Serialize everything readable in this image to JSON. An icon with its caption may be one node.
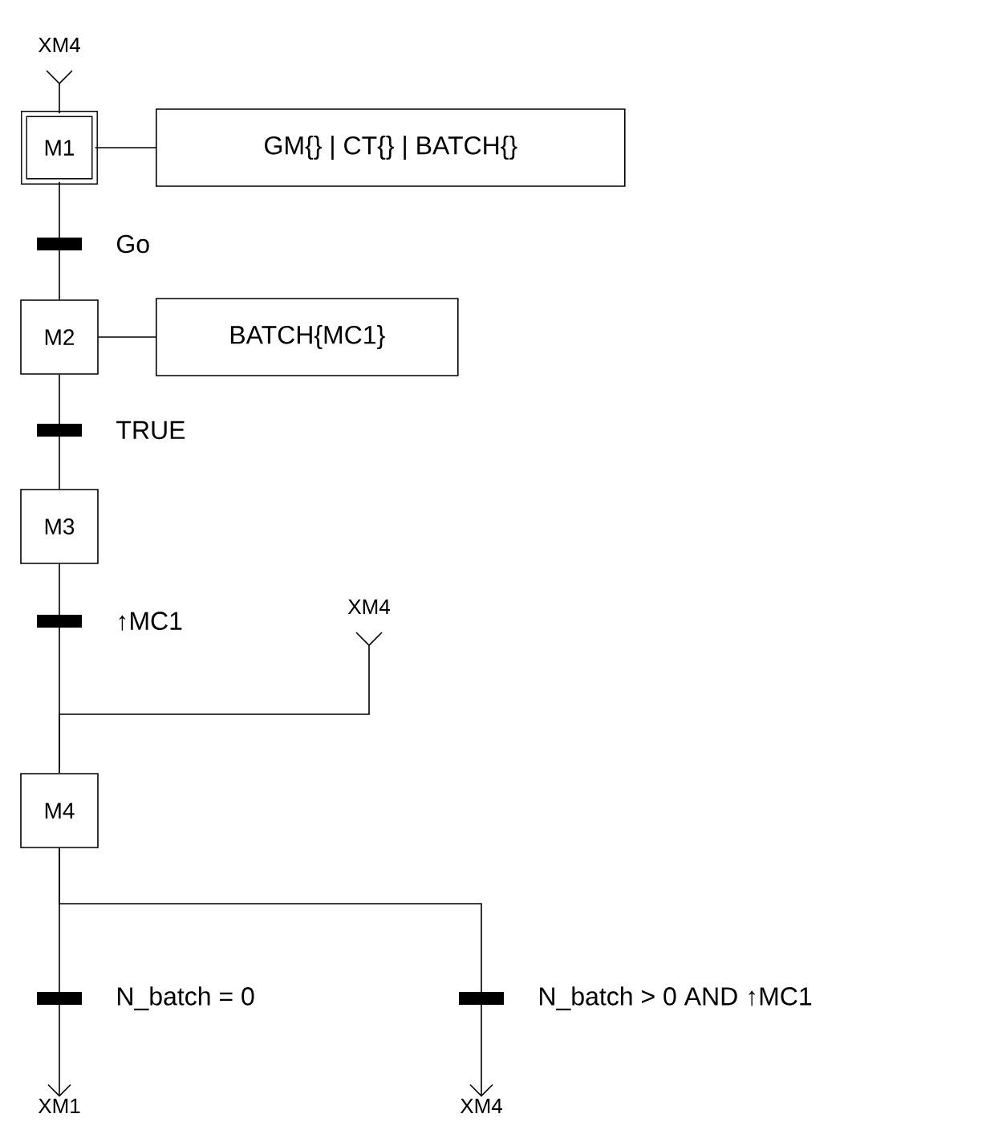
{
  "diagram": {
    "nodes": [
      {
        "text": [
          "XM4"
        ]
      },
      {
        "text": [
          "M1"
        ]
      },
      {
        "text": [
          "GM{}  | CT{} | BATCH{}"
        ]
      },
      {
        "text": [
          "M2"
        ]
      },
      {
        "text": [
          "BATCH{MC1}"
        ]
      },
      {
        "text": [
          "M3"
        ]
      },
      {
        "text": [
          "XM4"
        ]
      },
      {
        "text": [
          "M4"
        ]
      },
      {
        "text": [
          "XM1"
        ]
      },
      {
        "text": [
          "XM4"
        ]
      }
    ],
    "edges": [
      {
        "from": 0,
        "to": 1,
        "arrow": "other"
      },
      {
        "from": 1,
        "to": 2,
        "arrow": "none"
      },
      {
        "from": 1,
        "to": 3,
        "arrow": "none",
        "label": "Go"
      },
      {
        "from": 3,
        "to": 4,
        "arrow": "none"
      },
      {
        "from": 3,
        "to": 5,
        "arrow": "none",
        "label": "TRUE"
      },
      {
        "from": 5,
        "to": 7,
        "arrow": "none",
        "label": "↑MC1"
      },
      {
        "from": 6,
        "to": 7,
        "arrow": "other"
      },
      {
        "from": 7,
        "to": 8,
        "arrow": "to",
        "label": "N_batch = 0"
      },
      {
        "from": 7,
        "to": 9,
        "arrow": "to",
        "label": "N_batch > 0 AND ↑MC1"
      }
    ]
  }
}
